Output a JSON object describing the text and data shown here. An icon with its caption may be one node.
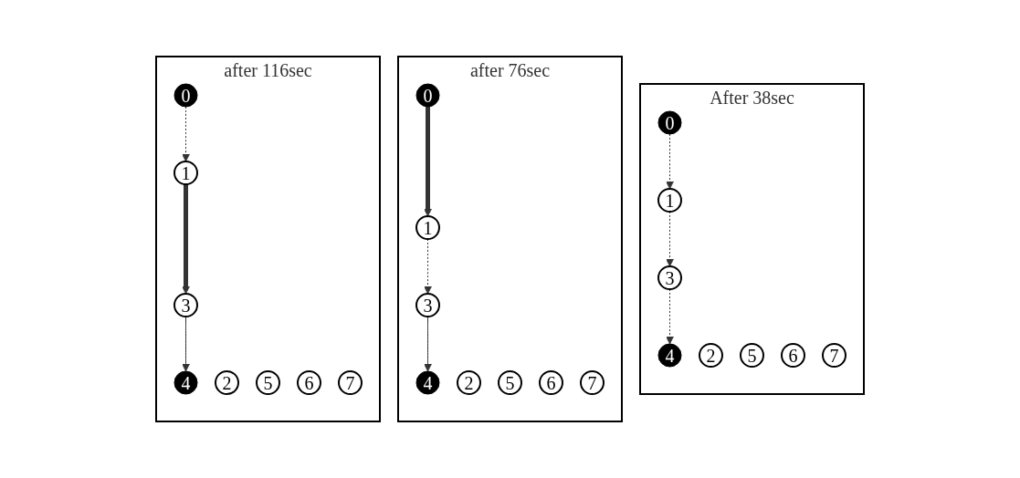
{
  "diagram": {
    "nodes": [
      {
        "text": [
          "After 38sec"
        ]
      },
      {
        "text": [
          "0"
        ],
        "in": 0
      },
      {
        "text": [
          "1"
        ],
        "in": 0
      },
      {
        "text": [
          "2"
        ],
        "in": 0
      },
      {
        "text": [
          "3"
        ],
        "in": 0
      },
      {
        "text": [
          "4"
        ],
        "in": 0
      },
      {
        "text": [
          "5"
        ],
        "in": 0
      },
      {
        "text": [
          "6"
        ],
        "in": 0
      },
      {
        "text": [
          "7"
        ],
        "in": 0
      },
      {
        "text": [
          "after 76sec"
        ]
      },
      {
        "text": [
          "0"
        ],
        "in": 9
      },
      {
        "text": [
          "1"
        ],
        "in": 9
      },
      {
        "text": [
          "2"
        ],
        "in": 9
      },
      {
        "text": [
          "3"
        ],
        "in": 9
      },
      {
        "text": [
          "4"
        ],
        "in": 9
      },
      {
        "text": [
          "5"
        ],
        "in": 9
      },
      {
        "text": [
          "6"
        ],
        "in": 9
      },
      {
        "text": [
          "7"
        ],
        "in": 9
      },
      {
        "text": [
          "after 116sec"
        ]
      },
      {
        "text": [
          "0"
        ],
        "in": 18
      },
      {
        "text": [
          "1"
        ],
        "in": 18
      },
      {
        "text": [
          "2"
        ],
        "in": 18
      },
      {
        "text": [
          "3"
        ],
        "in": 18
      },
      {
        "text": [
          "4"
        ],
        "in": 18
      },
      {
        "text": [
          "5"
        ],
        "in": 18
      },
      {
        "text": [
          "6"
        ],
        "in": 18
      },
      {
        "text": [
          "7"
        ],
        "in": 18
      }
    ],
    "edges": [
      {
        "from": 1,
        "to": 2,
        "arrow": "to",
        "style": "dashed"
      },
      {
        "from": 2,
        "to": 4,
        "arrow": "to",
        "style": "dashed"
      },
      {
        "from": 4,
        "to": 5,
        "arrow": "to",
        "style": "dashed"
      },
      {
        "from": 10,
        "to": 11,
        "arrow": "to",
        "style": "thick"
      },
      {
        "from": 11,
        "to": 13,
        "arrow": "to",
        "style": "dashed"
      },
      {
        "from": 13,
        "to": 14,
        "arrow": "to"
      },
      {
        "from": 19,
        "to": 20,
        "arrow": "to",
        "style": "dashed"
      },
      {
        "from": 20,
        "to": 22,
        "arrow": "to",
        "style": "thick"
      },
      {
        "from": 22,
        "to": 23,
        "arrow": "to"
      }
    ]
  }
}
